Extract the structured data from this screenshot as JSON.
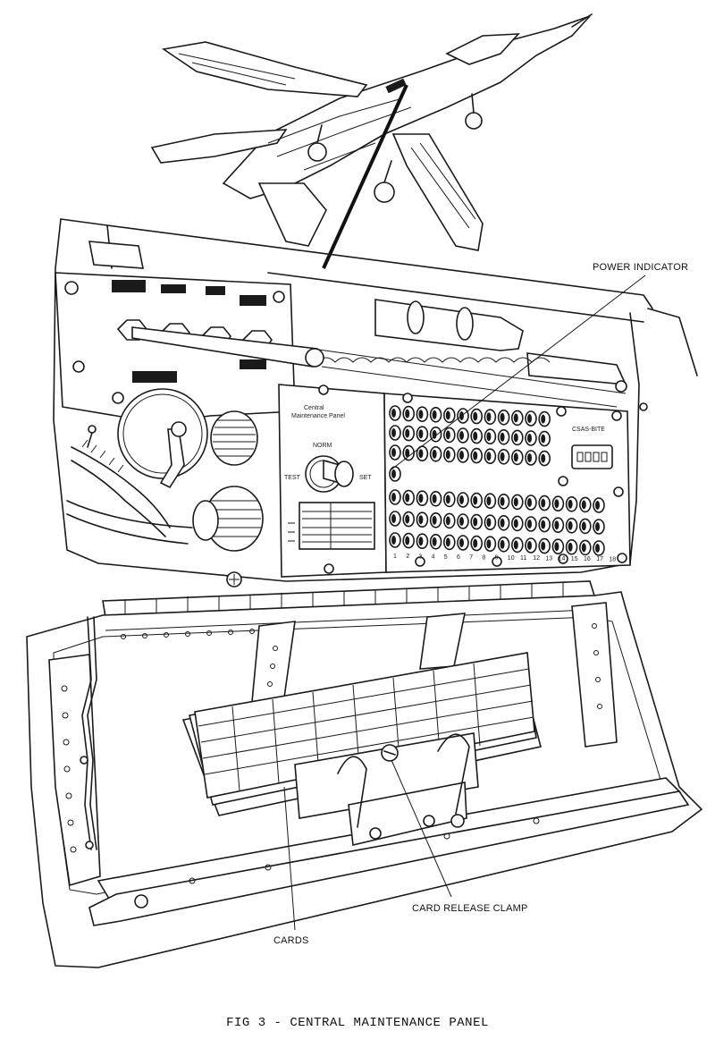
{
  "labels": {
    "power_indicator": "POWER INDICATOR",
    "card_release_clamp": "CARD RELEASE CLAMP",
    "cards": "CARDS"
  },
  "panel_text": {
    "panel_title_1": "Central",
    "panel_title_2": "Maintenance Panel",
    "norm": "NORM",
    "test": "TEST",
    "set": "SET",
    "csas_bite": "CSAS-BITE",
    "col_numbers": [
      "1",
      "2",
      "3",
      "4",
      "5",
      "6",
      "7",
      "8",
      "9",
      "10",
      "11",
      "12",
      "13",
      "14",
      "15",
      "16",
      "17",
      "18"
    ]
  },
  "caption": "FIG 3  -  CENTRAL MAINTENANCE PANEL"
}
